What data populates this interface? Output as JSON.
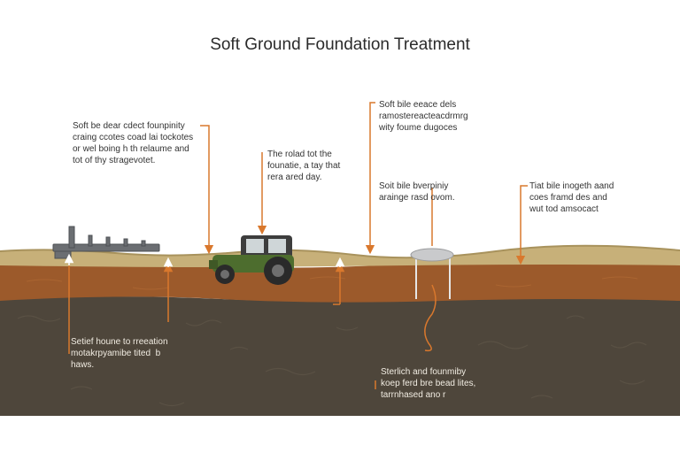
{
  "title": "Soft Ground Foundation Treatment",
  "colors": {
    "topsoil": "#c7b079",
    "clay": "#9c5a2b",
    "deep_soil": "#4e463b",
    "arrow": "#d9782d",
    "tractor": "#4d6d2e"
  },
  "annotations": {
    "top_left": [
      "Soft be dear cdect founpinity",
      "craing ccotes coad lai tockotes",
      "or wel boing h th relaume and",
      "tot of thy stragevotet."
    ],
    "tractor": [
      "The rolad tot the",
      "founatie, a tay that",
      "rera ared day."
    ],
    "top_center": [
      "Soft bile eeace dels",
      "ramostereacteacdrmrg",
      "wity foume dugoces"
    ],
    "mid_center": [
      "Soit bile bverpiniy",
      "arainge rasd ovom."
    ],
    "right": [
      "Tiat bile inogeth aand",
      "coes framd des and",
      "wut tod amsocact"
    ],
    "bottom_left": [
      "Setief houne to rreeation",
      "motakrpyamibe tited  b",
      "haws."
    ],
    "bottom_center": [
      "Sterlich and founmiby",
      "koep ferd bre bead lites,",
      "tarrnhased ano r"
    ]
  }
}
